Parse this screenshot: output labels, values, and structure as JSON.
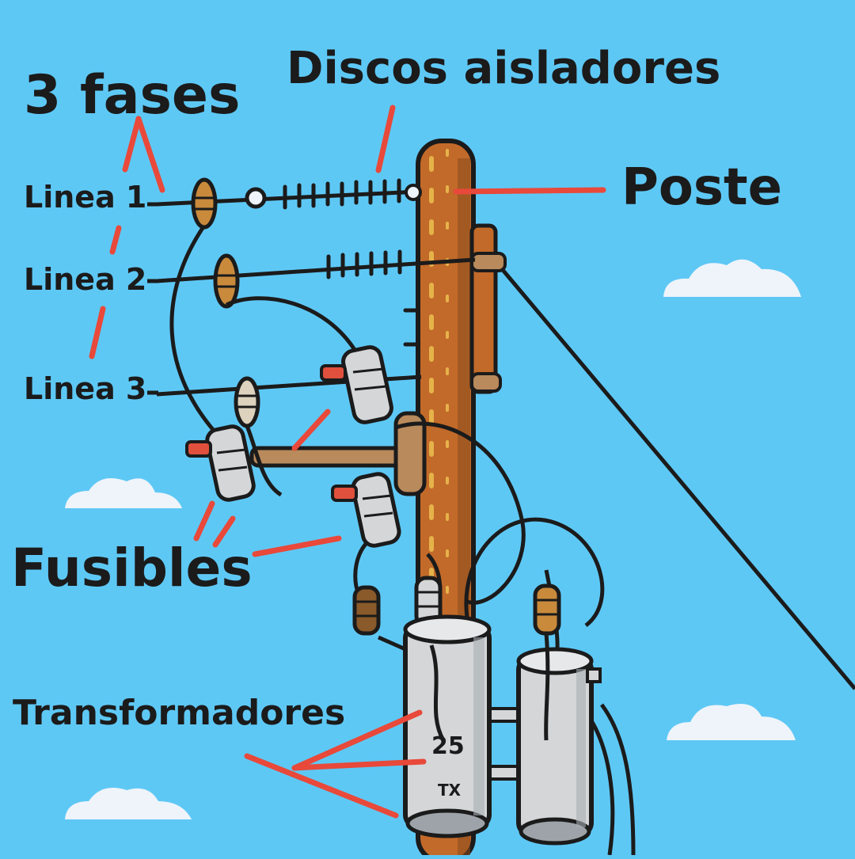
{
  "labels": {
    "three_phases": "3 fases",
    "insulator_discs": "Discos aisladores",
    "pole": "Poste",
    "line1": "Linea 1",
    "line2": "Linea 2",
    "line3": "Linea 3",
    "fuses": "Fusibles",
    "transformers": "Transformadores",
    "transformer_rating": "25",
    "transformer_code": "TX"
  },
  "colors": {
    "sky": "#5ec8f5",
    "pole": "#c26a2a",
    "pole_dark": "#8a4a1b",
    "pole_highlight": "#e6b24a",
    "callout": "#e8493a",
    "outline": "#1b1b1b",
    "transformer": "#d4d6d8",
    "insulator": "#c98a3c",
    "fuse_cap": "#e0503c",
    "cloud": "#eef4fa"
  }
}
